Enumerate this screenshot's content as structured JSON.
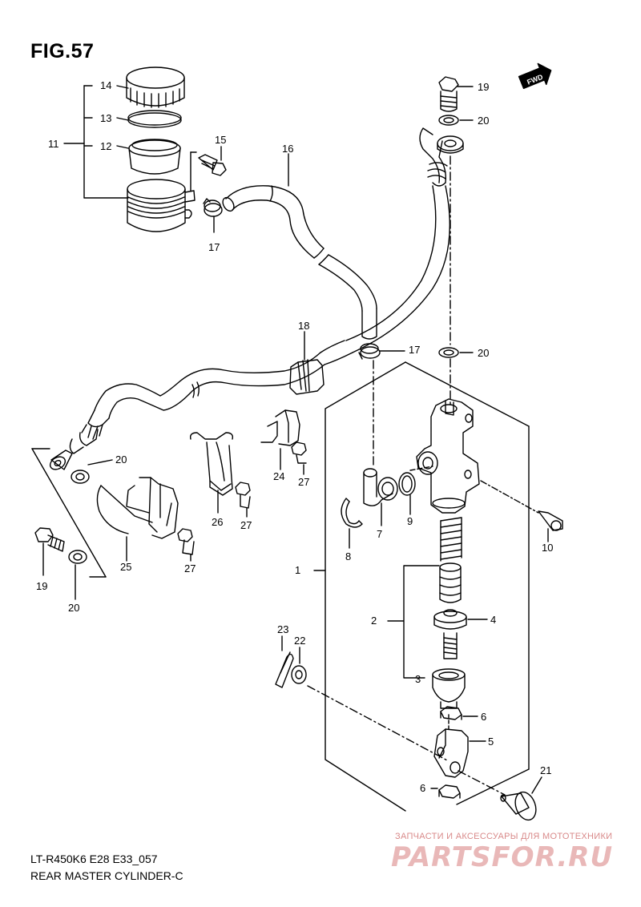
{
  "figure": {
    "title": "FIG.57",
    "model_code": "LT-R450K6 E28 E33_057",
    "caption": "REAR MASTER CYLINDER-C"
  },
  "fwd_badge": "FWD",
  "callouts": [
    "1",
    "2",
    "3",
    "4",
    "5",
    "6",
    "6",
    "7",
    "8",
    "9",
    "10",
    "11",
    "12",
    "13",
    "14",
    "15",
    "16",
    "17",
    "17",
    "18",
    "19",
    "19",
    "20",
    "20",
    "20",
    "20",
    "21",
    "22",
    "23",
    "24",
    "25",
    "26",
    "27",
    "27",
    "27"
  ],
  "watermark": {
    "text": "ЗАПЧАСТИ И АКСЕССУАРЫ ДЛЯ МОТОТЕХНИКИ",
    "logo": "PARTSFOR.RU"
  }
}
